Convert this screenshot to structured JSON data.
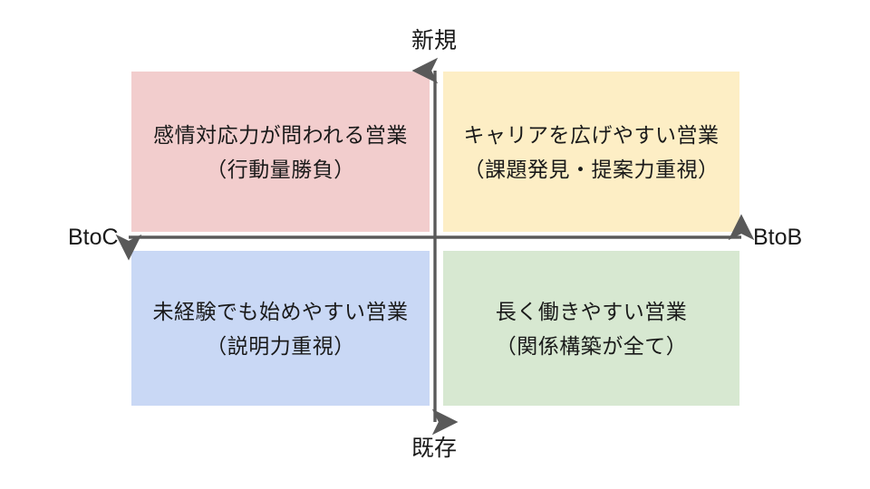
{
  "diagram": {
    "type": "2x2-matrix",
    "axes": {
      "vertical": {
        "top_label": "新規",
        "bottom_label": "既存",
        "arrow_color": "#595959",
        "double_headed": true
      },
      "horizontal": {
        "left_label": "BtoC",
        "right_label": "BtoB",
        "arrow_color": "#595959",
        "double_headed": true
      }
    },
    "quadrants": [
      {
        "position": "top-left",
        "axis_x": "BtoC",
        "axis_y": "新規",
        "fill": "#f2cdcd",
        "title": "感情対応力が問われる営業",
        "subtitle": "（行動量勝負）"
      },
      {
        "position": "top-right",
        "axis_x": "BtoB",
        "axis_y": "新規",
        "fill": "#fdeec5",
        "title": "キャリアを広げやすい営業",
        "subtitle": "（課題発見・提案力重視）"
      },
      {
        "position": "bottom-left",
        "axis_x": "BtoC",
        "axis_y": "既存",
        "fill": "#c9d8f5",
        "title": "未経験でも始めやすい営業",
        "subtitle": "（説明力重視）"
      },
      {
        "position": "bottom-right",
        "axis_x": "BtoB",
        "axis_y": "既存",
        "fill": "#d7e8d1",
        "title": "長く働きやすい営業",
        "subtitle": "（関係構築が全て）"
      }
    ]
  }
}
